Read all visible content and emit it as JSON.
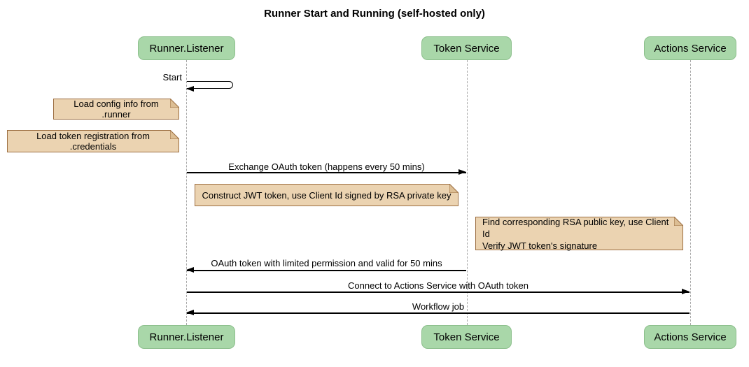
{
  "title": "Runner Start and Running (self-hosted only)",
  "colors": {
    "background": "#ffffff",
    "participant_fill": "#A9D7A9",
    "participant_border": "#8CBF8C",
    "note_fill": "#EBD3B1",
    "note_border": "#9C6E41",
    "lifeline": "#A7A7A7",
    "arrow": "#000000"
  },
  "participants": [
    {
      "label": "Runner.Listener"
    },
    {
      "label": "Token Service"
    },
    {
      "label": "Actions Service"
    }
  ],
  "self_message": {
    "label": "Start"
  },
  "notes": [
    {
      "text": "Load config info from .runner"
    },
    {
      "text": "Load token registration from .credentials"
    },
    {
      "text": "Construct JWT token, use Client Id signed by RSA private key"
    },
    {
      "text": "Find corresponding RSA public key, use Client Id\nVerify JWT token's signature"
    }
  ],
  "messages": [
    {
      "label": "Exchange OAuth token (happens every 50 mins)",
      "from": "Runner.Listener",
      "to": "Token Service",
      "direction": "right"
    },
    {
      "label": "OAuth token with limited permission and valid for 50 mins",
      "from": "Token Service",
      "to": "Runner.Listener",
      "direction": "left"
    },
    {
      "label": "Connect to Actions Service with OAuth token",
      "from": "Runner.Listener",
      "to": "Actions Service",
      "direction": "right"
    },
    {
      "label": "Workflow job",
      "from": "Actions Service",
      "to": "Runner.Listener",
      "direction": "left"
    }
  ]
}
